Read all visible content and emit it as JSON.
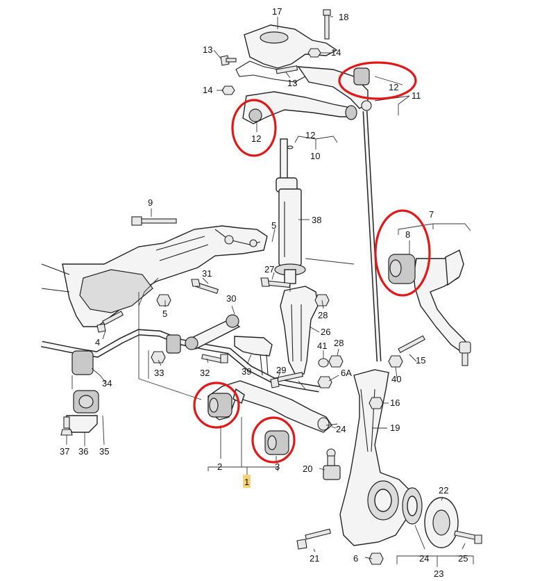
{
  "labels": {
    "n1": "1",
    "n2": "2",
    "n3": "3",
    "n4": "4",
    "n5a": "5",
    "n5b": "5",
    "n6": "6",
    "n6a": "6A",
    "n7": "7",
    "n8": "8",
    "n9": "9",
    "n10": "10",
    "n11": "11",
    "n12a": "12",
    "n12b": "12",
    "n12c": "12",
    "n13a": "13",
    "n13b": "13",
    "n14a": "14",
    "n14b": "14",
    "n15": "15",
    "n16": "16",
    "n17": "17",
    "n18": "18",
    "n19": "19",
    "n20": "20",
    "n21": "21",
    "n22": "22",
    "n23": "23",
    "n24a": "24",
    "n24b": "24",
    "n25": "25",
    "n26": "26",
    "n27": "27",
    "n28a": "28",
    "n28b": "28",
    "n29": "29",
    "n30": "30",
    "n31": "31",
    "n32": "32",
    "n33": "33",
    "n34": "34",
    "n35": "35",
    "n36": "36",
    "n37": "37",
    "n38": "38",
    "n39": "39",
    "n40": "40",
    "n41": "41"
  },
  "colors": {
    "highlight_circle": "#e01818",
    "selected_label_bg": "#f5d27a"
  },
  "highlighted_parts": [
    "12",
    "12",
    "8",
    "2",
    "3"
  ]
}
